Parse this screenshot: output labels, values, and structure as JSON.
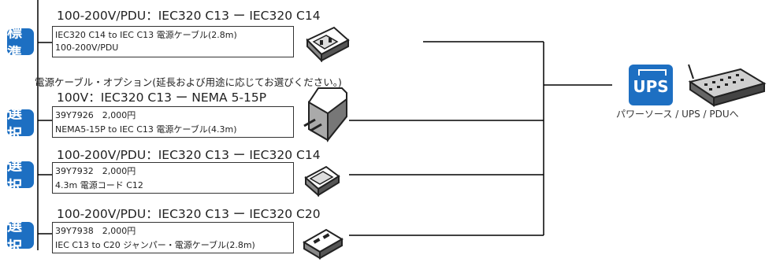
{
  "standard": {
    "badge": "標準",
    "header": "100-200V/PDU：IEC320 C13 ー IEC320 C14",
    "line1": "IEC320 C14 to IEC C13 電源ケーブル(2.8m)",
    "line2": "100-200V/PDU"
  },
  "options_note": "電源ケーブル・オプション(延長および用途に応じてお選びください。)",
  "options": [
    {
      "badge": "選択",
      "header": "100V：IEC320 C13 ー NEMA 5-15P",
      "line1": "39Y7926　2,000円",
      "line2": "NEMA5-15P to IEC C13 電源ケーブル(4.3m)"
    },
    {
      "badge": "選択",
      "header": "100-200V/PDU：IEC320 C13 ー IEC320 C14",
      "line1": "39Y7932　2,000円",
      "line2": "4.3m 電源コード C12"
    },
    {
      "badge": "選択",
      "header": "100-200V/PDU：IEC320 C13 ー IEC320 C20",
      "line1": "39Y7938　2,000円",
      "line2": "IEC C13 to C20 ジャンパー・電源ケーブル(2.8m)"
    }
  ],
  "power_source": {
    "ups_logo": "UPS",
    "label": "パワーソース / UPS / PDUへ"
  },
  "colors": {
    "badge_blue": "#1d6fc2",
    "line": "#000000"
  }
}
